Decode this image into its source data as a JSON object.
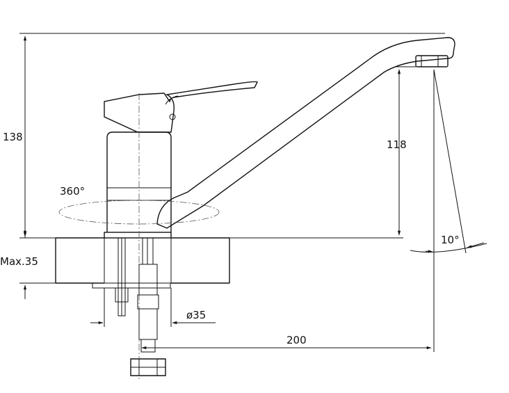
{
  "drawing": {
    "dimensions": {
      "height_total": "138",
      "spout_height": "118",
      "rotation": "360°",
      "max_thickness": "Max.35",
      "hole_diameter": "ø35",
      "spout_reach": "200",
      "spout_angle": "10°"
    }
  }
}
